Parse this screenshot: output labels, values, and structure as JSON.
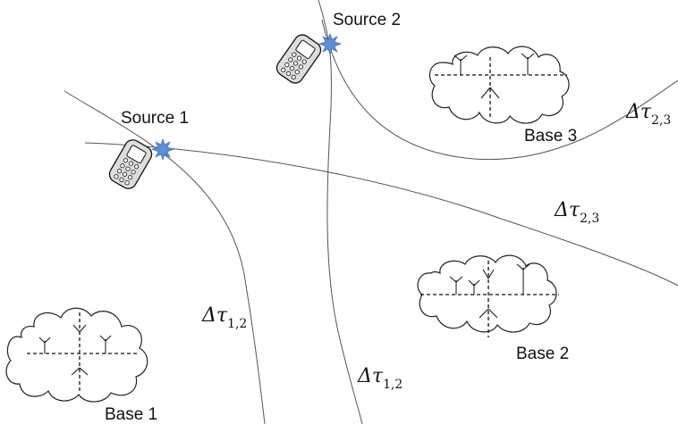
{
  "labels": {
    "source1": "Source 1",
    "source2": "Source 2",
    "base1": "Base 1",
    "base2": "Base 2",
    "base3": "Base 3"
  },
  "tdoa": {
    "symbol": "Δτ",
    "sub12": "1,2",
    "sub23": "2,3",
    "sub23_clipped": "2,3"
  }
}
